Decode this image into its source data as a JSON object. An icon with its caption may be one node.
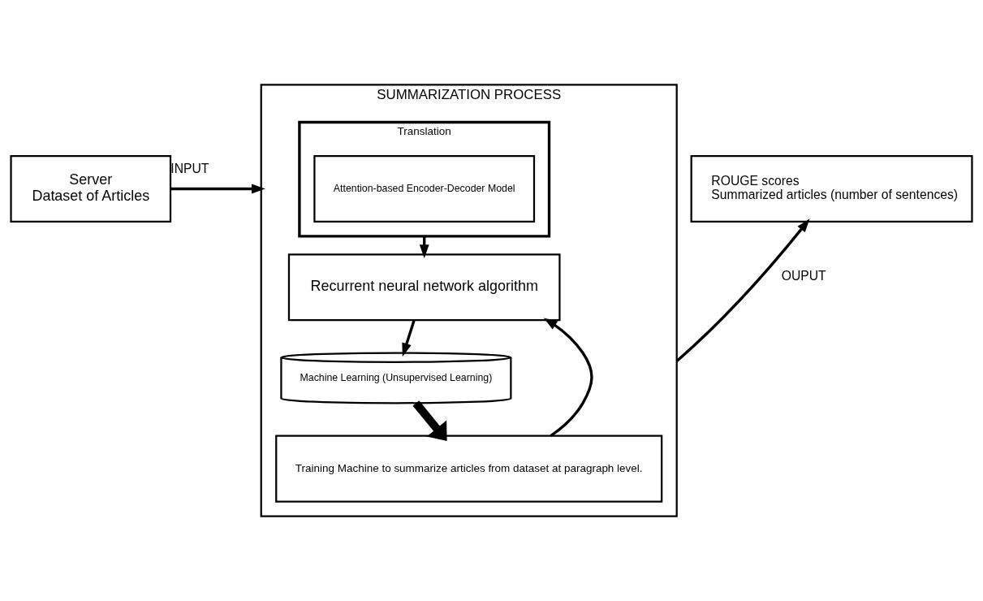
{
  "diagram": {
    "nodes": [
      {
        "text": [
          "Server",
          "Dataset of Articles"
        ]
      },
      {
        "text": [
          "SUMMARIZATION PROCESS"
        ]
      },
      {
        "text": [
          "Translation"
        ],
        "in": 1
      },
      {
        "text": [
          "Attention-based Encoder-Decoder Model"
        ],
        "in": 2
      },
      {
        "text": [
          "Recurrent neural network algorithm"
        ],
        "in": 1
      },
      {
        "text": [
          "Machine Learning (Unsupervised Learning)"
        ],
        "in": 1
      },
      {
        "text": [
          "Training Machine to summarize articles from dataset at paragraph level."
        ],
        "in": 1
      },
      {
        "text": [
          "ROUGE scores",
          "Summarized articles (number of sentences)"
        ]
      }
    ],
    "edges": [
      {
        "from": 0,
        "to": 1,
        "arrow": "to",
        "label": "INPUT"
      },
      {
        "from": 2,
        "to": 4,
        "arrow": "to"
      },
      {
        "from": 4,
        "to": 5,
        "arrow": "to"
      },
      {
        "from": 5,
        "to": 6,
        "arrow": "to",
        "style": "thick"
      },
      {
        "from": 6,
        "to": 4,
        "arrow": "to"
      },
      {
        "from": 1,
        "to": 7,
        "arrow": "to",
        "label": "OUPUT"
      }
    ]
  }
}
